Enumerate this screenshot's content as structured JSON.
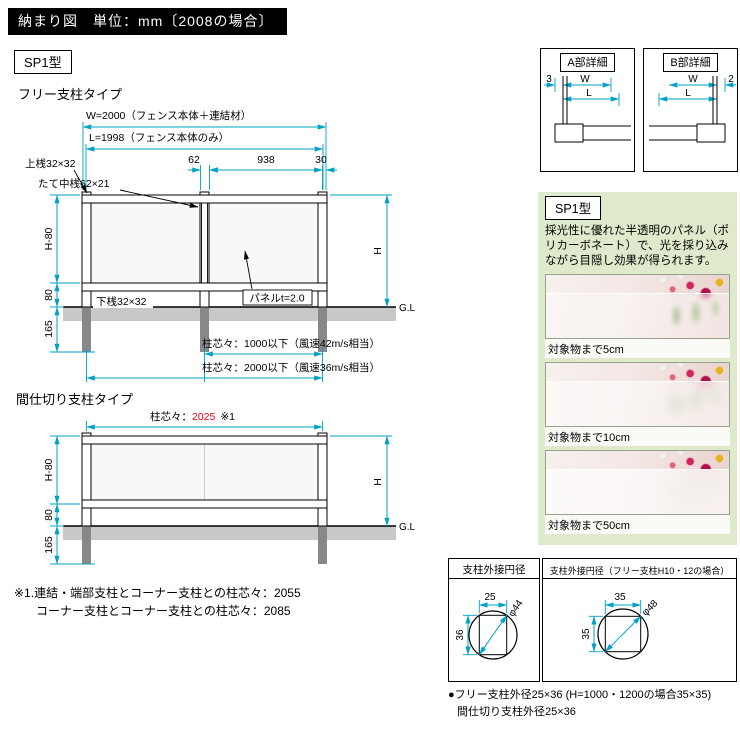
{
  "colors": {
    "dimension_line": "#00a2c6",
    "accent_red": "#e60012",
    "panel_green_bg": "#dfe9cb",
    "ground_gray": "#c8c8c8"
  },
  "header": {
    "title_bar": "納まり図　単位：mm〔2008の場合〕",
    "model_badge": "SP1型"
  },
  "free_post": {
    "section_label": "フリー支柱タイプ",
    "w_label": "W=2000（フェンス本体＋連結材）",
    "l_label": "L=1998（フェンス本体のみ）",
    "top_rail_label": "上桟32×32",
    "dim_62": "62",
    "dim_938": "938",
    "dim_30": "30",
    "mid_rail_label": "たて中桟62×21",
    "dim_h80": "H-80",
    "dim_80": "80",
    "dim_165": "165",
    "dim_h": "H",
    "gl_label": "G.L",
    "bottom_rail_label": "下桟32×32",
    "panel_label": "パネルt=2.0",
    "pitch_note_1": "柱芯々：1000以下（風速42m/s相当）",
    "pitch_note_2": "柱芯々：2000以下（風速36m/s相当）"
  },
  "partition_post": {
    "section_label": "間仕切り支柱タイプ",
    "pitch_prefix": "柱芯々：",
    "pitch_value": "2025",
    "pitch_ref": "※1",
    "dim_h80": "H-80",
    "dim_80": "80",
    "dim_165": "165",
    "dim_h": "H",
    "gl_label": "G.L"
  },
  "footnotes": {
    "line1": "※1.連結・端部支柱とコーナー支柱との柱芯々：2055",
    "line2": "コーナー支柱とコーナー支柱との柱芯々：2085"
  },
  "detail_a": {
    "title": "A部詳細",
    "dim_3": "3",
    "dim_w": "W",
    "dim_l": "L"
  },
  "detail_b": {
    "title": "B部詳細",
    "dim_w": "W",
    "dim_l": "L",
    "dim_2": "2"
  },
  "panel_feature": {
    "model_badge": "SP1型",
    "description": "採光性に優れた半透明のパネル（ポリカーボネート）で、光を採り込みながら目隠し効果が得られます。",
    "photos": [
      {
        "caption": "対象物まで5cm"
      },
      {
        "caption": "対象物まで10cm"
      },
      {
        "caption": "対象物まで50cm"
      }
    ]
  },
  "circumcircle_a": {
    "title": "支柱外接円径",
    "dim_w": "25",
    "dim_dia": "φ44",
    "dim_h": "36"
  },
  "circumcircle_b": {
    "title": "支柱外接円径（フリー支柱H10・12の場合）",
    "dim_w": "35",
    "dim_dia": "φ48",
    "dim_h": "35"
  },
  "bottom_notes": {
    "line1": "●フリー支柱外径25×36 (H=1000・1200の場合35×35)",
    "line2": "間仕切り支柱外径25×36"
  }
}
